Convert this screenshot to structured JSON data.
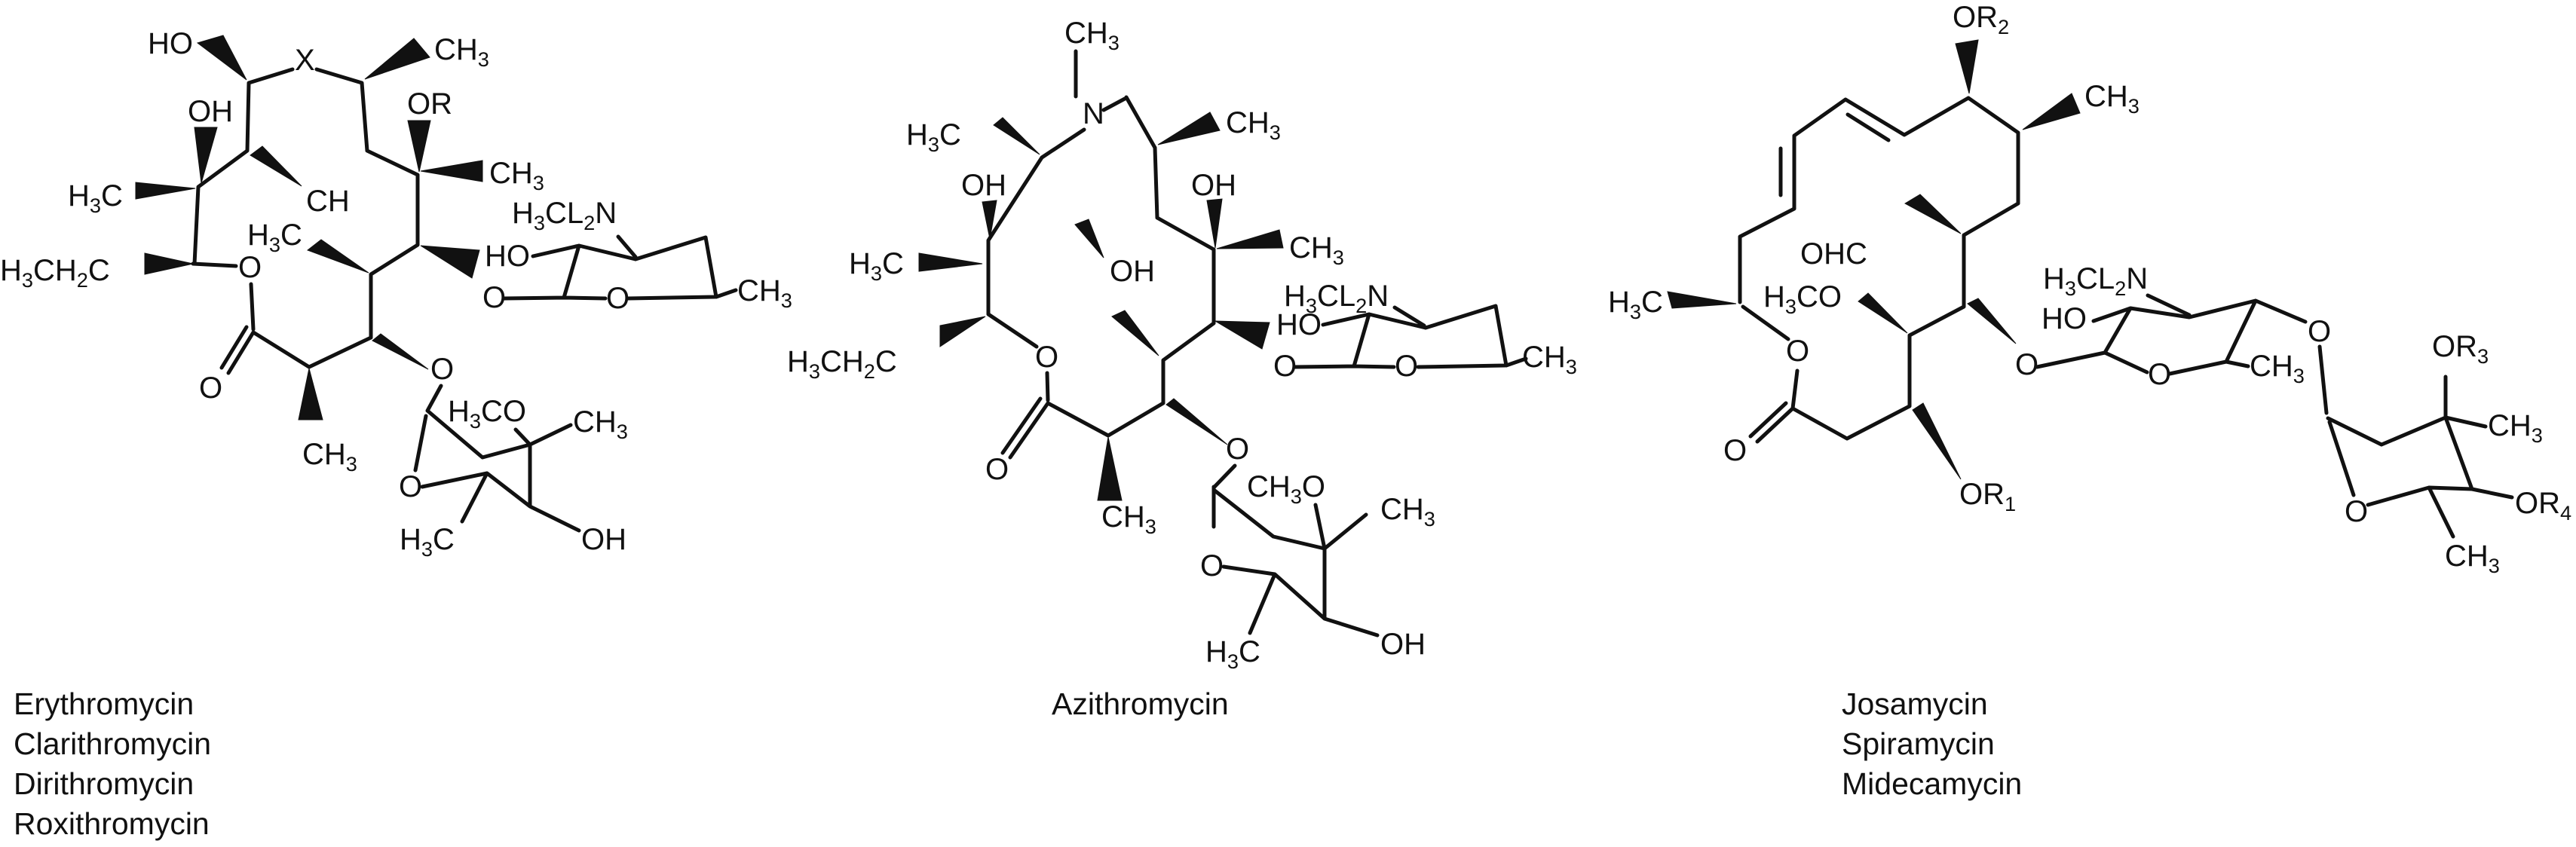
{
  "figure": {
    "background": "#ffffff",
    "line_color": "#111111",
    "description": "Chemical structures of macrolide antibiotics"
  },
  "structure1": {
    "names": [
      "Erythromycin",
      "Clarithromycin",
      "Dirithromycin",
      "Roxithromycin"
    ],
    "labels": {
      "ho_top": "HO",
      "x_atom": "X",
      "ch3_top": "CH3",
      "oh_left": "OH",
      "or_group": "OR",
      "h3c_left": "H3C",
      "ch_mid": "CH",
      "ch3_c6": "CH3",
      "h3c_mid": "H3C",
      "h3ch2c": "H3CH2C",
      "o_ester": "O",
      "o_carbonyl": "O",
      "ch3_c2": "CH3",
      "h3cl2n": "H3CL2N",
      "ho_des": "HO",
      "o_des_left": "O",
      "o_des_right": "O",
      "ch3_des": "CH3",
      "o_glycosidic": "O",
      "h3co": "H3CO",
      "ch3_cladinose": "CH3",
      "o_ring_cladinose": "O",
      "h3c_cladinose": "H3C",
      "oh_cladinose": "OH"
    }
  },
  "structure2": {
    "names": [
      "Azithromycin"
    ],
    "labels": {
      "ch3_n": "CH3",
      "n_atom": "N",
      "h3c_upperleft": "H3C",
      "ch3_upperright": "CH3",
      "oh_left": "OH",
      "oh_right": "OH",
      "h3c_farleft": "H3C",
      "oh_mid": "OH",
      "ch3_c6": "CH3",
      "h3cl2n": "H3CL2N",
      "ho_des": "HO",
      "o_des_left": "O",
      "o_des_right": "O",
      "ch3_des": "CH3",
      "h3ch2c": "H3CH2C",
      "o_ester": "O",
      "o_carbonyl": "O",
      "ch3_c2": "CH3",
      "o_glycosidic": "O",
      "ch3o": "CH3O",
      "ch3_cladinose": "CH3",
      "o_ring_cladinose": "O",
      "h3c_cladinose": "H3C",
      "oh_cladinose": "OH"
    }
  },
  "structure3": {
    "names": [
      "Josamycin",
      "Spiramycin",
      "Midecamycin"
    ],
    "labels": {
      "or2": "OR2",
      "ch3_c8": "CH3",
      "ohc": "OHC",
      "h3co": "H3CO",
      "h3c_left": "H3C",
      "o_ester": "O",
      "o_carbonyl": "O",
      "or1": "OR1",
      "h3cl2n": "H3CL2N",
      "ho_des": "HO",
      "o_glycosidic": "O",
      "o_ring_des": "O",
      "ch3_des": "CH3",
      "o_link": "O",
      "or3": "OR3",
      "ch3_mycarose_right": "CH3",
      "or4": "OR4",
      "ch3_mycarose_bottom": "CH3",
      "o_ring_mycarose": "O"
    }
  }
}
